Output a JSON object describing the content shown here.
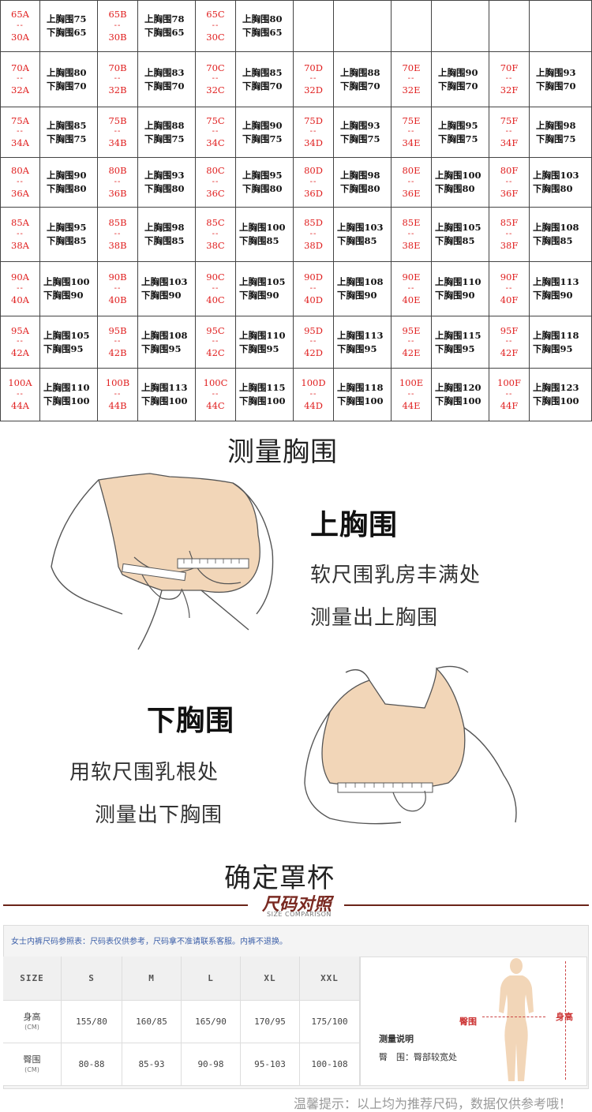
{
  "size_grid": {
    "rows": [
      {
        "cells": [
          {
            "code": [
              "65A",
              "--",
              "30A"
            ],
            "meas": [
              "上胸围75",
              "下胸围65"
            ]
          },
          {
            "code": [
              "65B",
              "--",
              "30B"
            ],
            "meas": [
              "上胸围78",
              "下胸围65"
            ]
          },
          {
            "code": [
              "65C",
              "--",
              "30C"
            ],
            "meas": [
              "上胸围80",
              "下胸围65"
            ]
          },
          {
            "code": [
              "",
              "",
              ""
            ],
            "meas": [
              "",
              ""
            ]
          },
          {
            "code": [
              "",
              "",
              ""
            ],
            "meas": [
              "",
              ""
            ]
          },
          {
            "code": [
              "",
              "",
              ""
            ],
            "meas": [
              "",
              ""
            ]
          }
        ]
      },
      {
        "cells": [
          {
            "code": [
              "70A",
              "--",
              "32A"
            ],
            "meas": [
              "上胸围80",
              "下胸围70"
            ]
          },
          {
            "code": [
              "70B",
              "--",
              "32B"
            ],
            "meas": [
              "上胸围83",
              "下胸围70"
            ]
          },
          {
            "code": [
              "70C",
              "--",
              "32C"
            ],
            "meas": [
              "上胸围85",
              "下胸围70"
            ]
          },
          {
            "code": [
              "70D",
              "--",
              "32D"
            ],
            "meas": [
              "上胸围88",
              "下胸围70"
            ]
          },
          {
            "code": [
              "70E",
              "--",
              "32E"
            ],
            "meas": [
              "上胸围90",
              "下胸围70"
            ]
          },
          {
            "code": [
              "70F",
              "--",
              "32F"
            ],
            "meas": [
              "上胸围93",
              "下胸围70"
            ]
          }
        ]
      },
      {
        "cells": [
          {
            "code": [
              "75A",
              "--",
              "34A"
            ],
            "meas": [
              "上胸围85",
              "下胸围75"
            ]
          },
          {
            "code": [
              "75B",
              "--",
              "34B"
            ],
            "meas": [
              "上胸围88",
              "下胸围75"
            ]
          },
          {
            "code": [
              "75C",
              "--",
              "34C"
            ],
            "meas": [
              "上胸围90",
              "下胸围75"
            ]
          },
          {
            "code": [
              "75D",
              "--",
              "34D"
            ],
            "meas": [
              "上胸围93",
              "下胸围75"
            ]
          },
          {
            "code": [
              "75E",
              "--",
              "34E"
            ],
            "meas": [
              "上胸围95",
              "下胸围75"
            ]
          },
          {
            "code": [
              "75F",
              "--",
              "34F"
            ],
            "meas": [
              "上胸围98",
              "下胸围75"
            ]
          }
        ]
      },
      {
        "cells": [
          {
            "code": [
              "80A",
              "--",
              "36A"
            ],
            "meas": [
              "上胸围90",
              "下胸围80"
            ]
          },
          {
            "code": [
              "80B",
              "--",
              "36B"
            ],
            "meas": [
              "上胸围93",
              "下胸围80"
            ]
          },
          {
            "code": [
              "80C",
              "--",
              "36C"
            ],
            "meas": [
              "上胸围95",
              "下胸围80"
            ]
          },
          {
            "code": [
              "80D",
              "--",
              "36D"
            ],
            "meas": [
              "上胸围98",
              "下胸围80"
            ]
          },
          {
            "code": [
              "80E",
              "--",
              "36E"
            ],
            "meas": [
              "上胸围100",
              "下胸围80"
            ]
          },
          {
            "code": [
              "80F",
              "--",
              "36F"
            ],
            "meas": [
              "上胸围103",
              "下胸围80"
            ]
          }
        ]
      },
      {
        "cells": [
          {
            "code": [
              "85A",
              "--",
              "38A"
            ],
            "meas": [
              "上胸围95",
              "下胸围85"
            ]
          },
          {
            "code": [
              "85B",
              "--",
              "38B"
            ],
            "meas": [
              "上胸围98",
              "下胸围85"
            ]
          },
          {
            "code": [
              "85C",
              "--",
              "38C"
            ],
            "meas": [
              "上胸围100",
              "下胸围85"
            ]
          },
          {
            "code": [
              "85D",
              "--",
              "38D"
            ],
            "meas": [
              "上胸围103",
              "下胸围85"
            ]
          },
          {
            "code": [
              "85E",
              "--",
              "38E"
            ],
            "meas": [
              "上胸围105",
              "下胸围85"
            ]
          },
          {
            "code": [
              "85F",
              "--",
              "38F"
            ],
            "meas": [
              "上胸围108",
              "下胸围85"
            ]
          }
        ]
      },
      {
        "cells": [
          {
            "code": [
              "90A",
              "--",
              "40A"
            ],
            "meas": [
              "上胸围100",
              "下胸围90"
            ]
          },
          {
            "code": [
              "90B",
              "--",
              "40B"
            ],
            "meas": [
              "上胸围103",
              "下胸围90"
            ]
          },
          {
            "code": [
              "90C",
              "--",
              "40C"
            ],
            "meas": [
              "上胸围105",
              "下胸围90"
            ]
          },
          {
            "code": [
              "90D",
              "--",
              "40D"
            ],
            "meas": [
              "上胸围108",
              "下胸围90"
            ]
          },
          {
            "code": [
              "90E",
              "--",
              "40E"
            ],
            "meas": [
              "上胸围110",
              "下胸围90"
            ]
          },
          {
            "code": [
              "90F",
              "--",
              "40F"
            ],
            "meas": [
              "上胸围113",
              "下胸围90"
            ]
          }
        ]
      },
      {
        "cells": [
          {
            "code": [
              "95A",
              "--",
              "42A"
            ],
            "meas": [
              "上胸围105",
              "下胸围95"
            ]
          },
          {
            "code": [
              "95B",
              "--",
              "42B"
            ],
            "meas": [
              "上胸围108",
              "下胸围95"
            ]
          },
          {
            "code": [
              "95C",
              "--",
              "42C"
            ],
            "meas": [
              "上胸围110",
              "下胸围95"
            ]
          },
          {
            "code": [
              "95D",
              "--",
              "42D"
            ],
            "meas": [
              "上胸围113",
              "下胸围95"
            ]
          },
          {
            "code": [
              "95E",
              "--",
              "42E"
            ],
            "meas": [
              "上胸围115",
              "下胸围95"
            ]
          },
          {
            "code": [
              "95F",
              "--",
              "42F"
            ],
            "meas": [
              "上胸围118",
              "下胸围95"
            ]
          }
        ]
      },
      {
        "cells": [
          {
            "code": [
              "100A",
              "--",
              "44A"
            ],
            "meas": [
              "上胸围110",
              "下胸围100"
            ]
          },
          {
            "code": [
              "100B",
              "--",
              "44B"
            ],
            "meas": [
              "上胸围113",
              "下胸围100"
            ]
          },
          {
            "code": [
              "100C",
              "--",
              "44C"
            ],
            "meas": [
              "上胸围115",
              "下胸围100"
            ]
          },
          {
            "code": [
              "100D",
              "--",
              "44D"
            ],
            "meas": [
              "上胸围118",
              "下胸围100"
            ]
          },
          {
            "code": [
              "100E",
              "--",
              "44E"
            ],
            "meas": [
              "上胸围120",
              "下胸围100"
            ]
          },
          {
            "code": [
              "100F",
              "--",
              "44F"
            ],
            "meas": [
              "上胸围123",
              "下胸围100"
            ]
          }
        ]
      }
    ]
  },
  "measure": {
    "heading": "测量胸围",
    "upper": {
      "title": "上胸围",
      "line1": "软尺围乳房丰满处",
      "line2": "测量出上胸围"
    },
    "lower": {
      "title": "下胸围",
      "line1": "用软尺围乳根处",
      "line2": "测量出下胸围"
    },
    "cup_heading": "确定罩杯"
  },
  "comparison": {
    "title": "尺码对照",
    "subtitle": "SIZE COMPARISON",
    "note": "女士内裤尺码参照表：尺码表仅供参考，尺码拿不准请联系客服。内裤不退换。",
    "header": [
      "SIZE",
      "S",
      "M",
      "L",
      "XL",
      "XXL"
    ],
    "rows": [
      {
        "label": "身高",
        "unit": "(CM)",
        "values": [
          "155/80",
          "160/85",
          "165/90",
          "170/95",
          "175/100"
        ]
      },
      {
        "label": "臀围",
        "unit": "(CM)",
        "values": [
          "80-88",
          "85-93",
          "90-98",
          "95-103",
          "100-108"
        ]
      }
    ],
    "explain_title": "测量说明",
    "explain_text": "臀　围：臀部较宽处",
    "figure_hip_label": "臀围",
    "figure_height_label": "身高",
    "tip": "温馨提示：以上均为推荐尺码，数据仅供参考哦！"
  },
  "colors": {
    "code_red": "#e02020",
    "brand": "#7a2a22",
    "note_blue": "#3a5ea8",
    "skin": "#f2d6b8"
  }
}
